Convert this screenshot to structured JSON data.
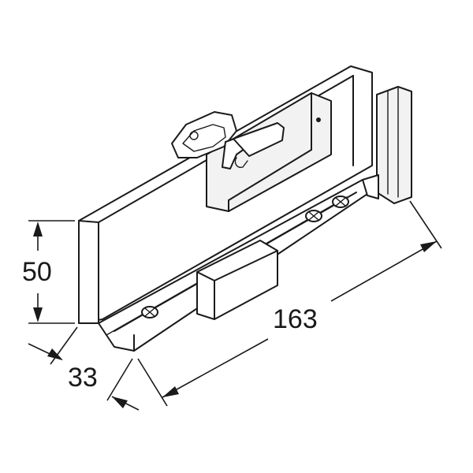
{
  "dimensions": {
    "height": "50",
    "depth": "33",
    "length": "163"
  }
}
